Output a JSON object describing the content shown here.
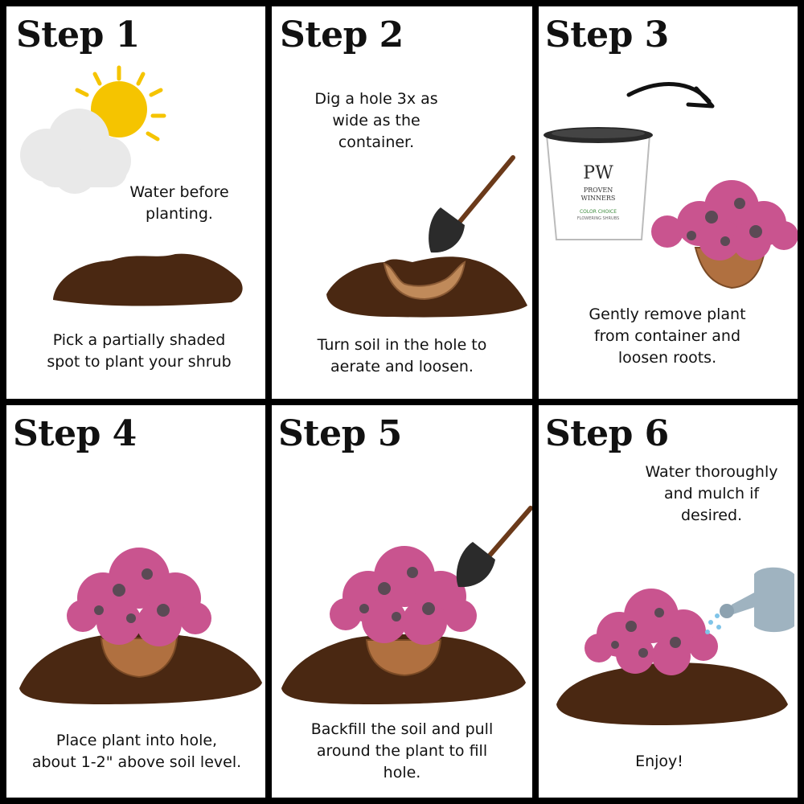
{
  "steps": [
    {
      "title": "Step 1",
      "caption_top": "Water before\nplanting.",
      "caption_bottom": "Pick a partially shaded\nspot to plant your shrub"
    },
    {
      "title": "Step 2",
      "caption_top": "Dig a hole 3x as\nwide as the\ncontainer.",
      "caption_bottom": "Turn soil in the hole to\naerate and loosen."
    },
    {
      "title": "Step 3",
      "caption_bottom": "Gently remove plant\nfrom container and\nloosen roots."
    },
    {
      "title": "Step 4",
      "caption_bottom": "Place plant into hole,\nabout 1-2\" above soil level."
    },
    {
      "title": "Step 5",
      "caption_bottom": "Backfill the soil and pull\naround the plant to fill\nhole."
    },
    {
      "title": "Step 6",
      "caption_top": "Water thoroughly\nand mulch if\ndesired.",
      "caption_bottom": "Enjoy!"
    }
  ],
  "pot_label": {
    "logo": "PW",
    "brand_line1": "PROVEN",
    "brand_line2": "WINNERS",
    "sub": "COLOR CHOICE",
    "sub2": "FLOWERING SHRUBS"
  },
  "colors": {
    "soil": "#4a2812",
    "hole": "#c08a5a",
    "foliage": "#c9548f",
    "leaf_dark": "#5b4a55",
    "sun": "#f5c400",
    "cloud": "#e9e9e9",
    "pot": "#ffffff",
    "can": "#9fb3c0"
  }
}
